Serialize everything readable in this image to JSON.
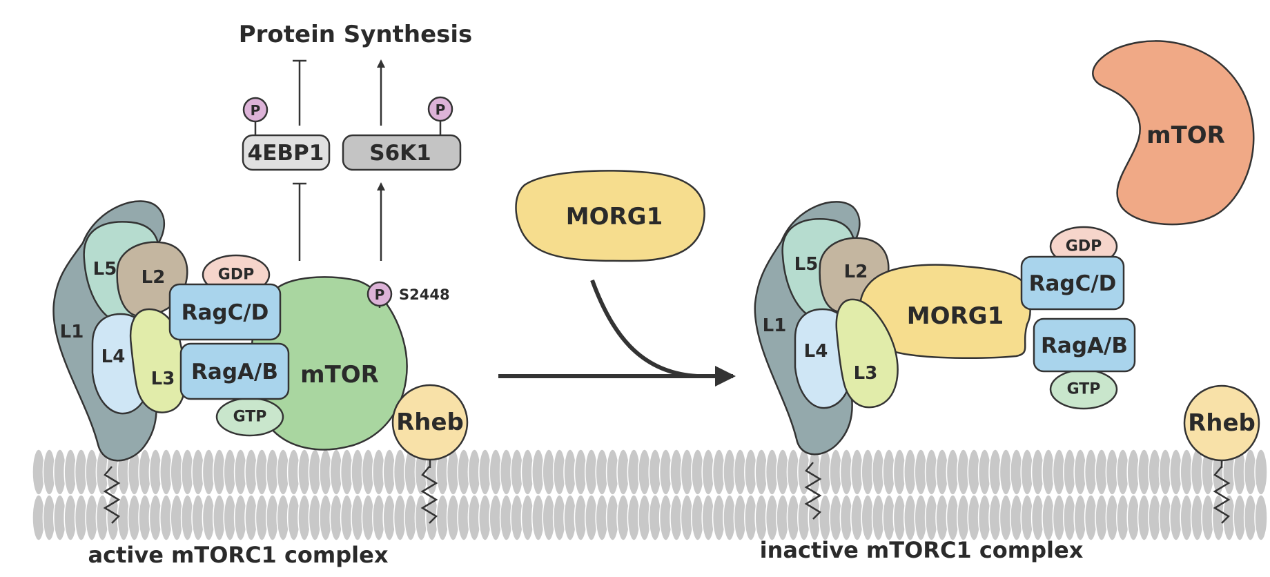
{
  "title": "Protein Synthesis",
  "phospho_label": "P",
  "site_label": "S2448",
  "active_complex": {
    "caption": "active mTORC1 complex",
    "lamtor": [
      "L1",
      "L2",
      "L3",
      "L4",
      "L5"
    ],
    "ragcd": "RagC/D",
    "ragab": "RagA/B",
    "gdp": "GDP",
    "gtp": "GTP",
    "mtor": "mTOR",
    "rheb": "Rheb",
    "targets": [
      "4EBP1",
      "S6K1"
    ]
  },
  "free_morg1": "MORG1",
  "inactive_complex": {
    "caption": "inactive mTORC1 complex",
    "lamtor": [
      "L1",
      "L2",
      "L3",
      "L4",
      "L5"
    ],
    "morg1": "MORG1",
    "ragcd": "RagC/D",
    "ragab": "RagA/B",
    "gdp": "GDP",
    "gtp": "GTP",
    "mtor": "mTOR",
    "rheb": "Rheb"
  },
  "colors": {
    "membrane": "#c8c8c8",
    "ragulator_scaffold": "#94a9ac",
    "l5": "#b6dccf",
    "l2": "#c4b6a0",
    "l4": "#cfe6f5",
    "l3": "#e1ecaa",
    "rag": "#a9d4ec",
    "gdp": "#f6d5cb",
    "gtp": "#c9e6cc",
    "mtor_active": "#a9d6a0",
    "mtor_free": "#f0a986",
    "rheb": "#f8e1a8",
    "morg1": "#f6dd8e",
    "phospho": "#ddb3d8",
    "target_4ebp1": "#e0e0e0",
    "target_s6k1": "#c4c4c4"
  }
}
